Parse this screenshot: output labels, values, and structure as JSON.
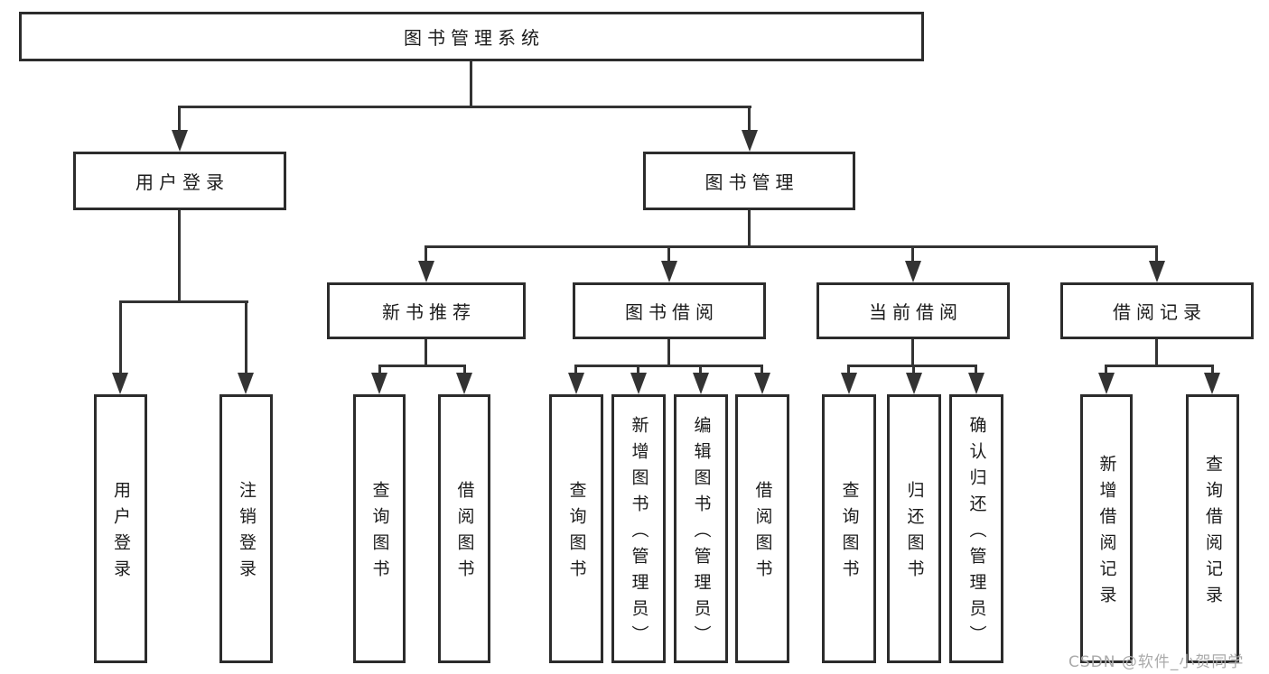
{
  "tree": {
    "label": "图书管理系统",
    "children": [
      {
        "label": "用户登录",
        "children": [
          {
            "label": "用户登录"
          },
          {
            "label": "注销登录"
          }
        ]
      },
      {
        "label": "图书管理",
        "children": [
          {
            "label": "新书推荐",
            "children": [
              {
                "label": "查询图书"
              },
              {
                "label": "借阅图书"
              }
            ]
          },
          {
            "label": "图书借阅",
            "children": [
              {
                "label": "查询图书"
              },
              {
                "label": "新增图书（管理员）"
              },
              {
                "label": "编辑图书（管理员）"
              },
              {
                "label": "借阅图书"
              }
            ]
          },
          {
            "label": "当前借阅",
            "children": [
              {
                "label": "查询图书"
              },
              {
                "label": "归还图书"
              },
              {
                "label": "确认归还（管理员）"
              }
            ]
          },
          {
            "label": "借阅记录",
            "children": [
              {
                "label": "新增借阅记录"
              },
              {
                "label": "查询借阅记录"
              }
            ]
          }
        ]
      }
    ]
  },
  "watermark": {
    "text": "CSDN @软件_小贺同学"
  },
  "colors": {
    "line": "#333333",
    "box_border": "#2c2c2c",
    "text": "#1b1b1b",
    "watermark": "#aaaaaa",
    "background": "#ffffff"
  }
}
